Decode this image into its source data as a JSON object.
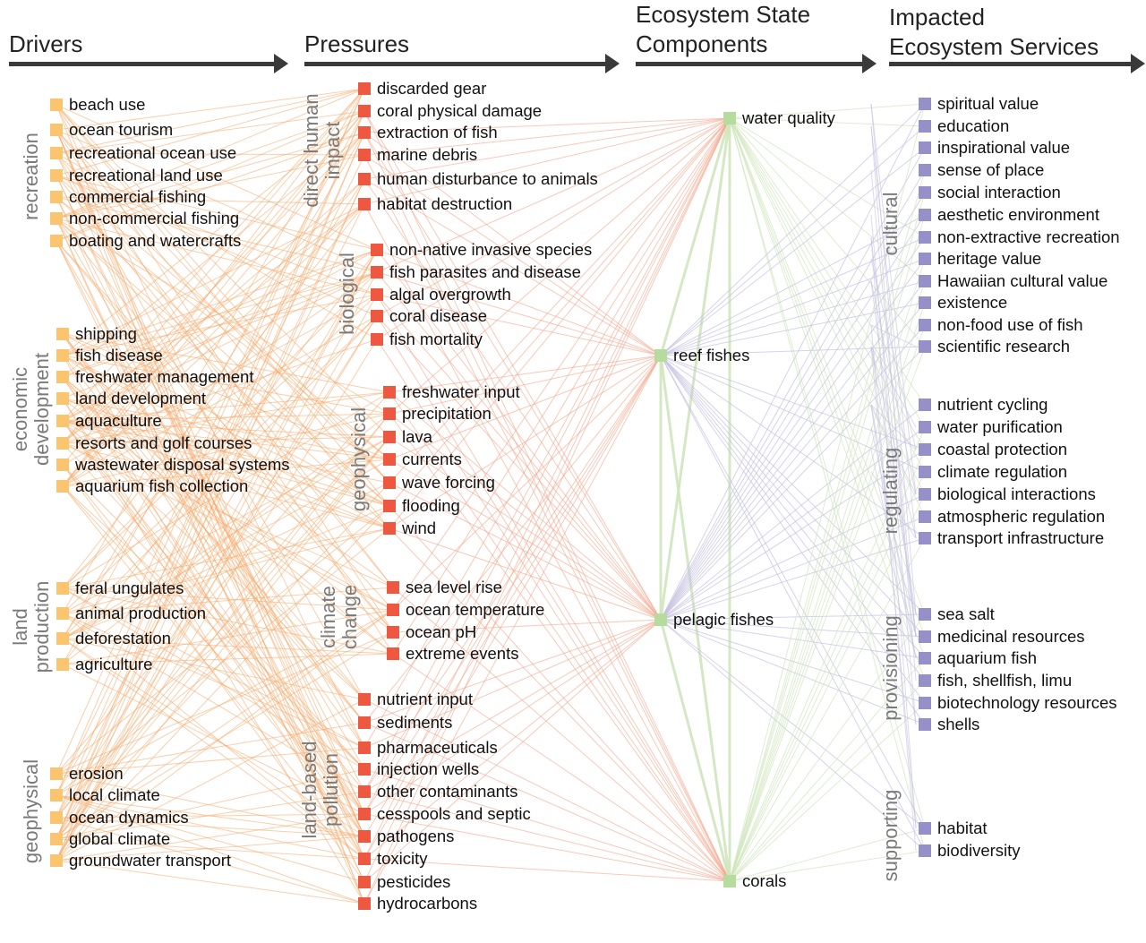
{
  "headers": {
    "drivers": "Drivers",
    "pressures": "Pressures",
    "state_line1": "Ecosystem State",
    "state_line2": "Components",
    "services_line1": "Impacted",
    "services_line2": "Ecosystem Services"
  },
  "colors": {
    "drivers": "#fbc46e",
    "pressures": "#ee5840",
    "state": "#b5dc9d",
    "services": "#9690c8",
    "link_drivers": "#f6a868",
    "link_pressures": "#f4a58a",
    "link_state": "#cfe6bc",
    "link_services": "#c4c1e1",
    "group_label": "#7a7a7a",
    "arrow": "#3a3a3a"
  },
  "driver_groups": [
    {
      "label_lines": [
        "recreation"
      ],
      "items": [
        "beach use",
        "ocean tourism",
        "recreational ocean use",
        "recreational land use",
        "commercial fishing",
        "non-commercial fishing",
        "boating and watercrafts"
      ]
    },
    {
      "label_lines": [
        "economic",
        "development"
      ],
      "items": [
        "shipping",
        "fish disease",
        "freshwater management",
        "land development",
        "aquaculture",
        "resorts and golf courses",
        "wastewater disposal systems",
        "aquarium fish collection"
      ]
    },
    {
      "label_lines": [
        "land",
        "production"
      ],
      "items": [
        "feral ungulates",
        "animal production",
        "deforestation",
        "agriculture"
      ]
    },
    {
      "label_lines": [
        "geophysical"
      ],
      "items": [
        "erosion",
        "local climate",
        "ocean dynamics",
        "global climate",
        "groundwater transport"
      ]
    }
  ],
  "pressure_groups": [
    {
      "label_lines": [
        "direct human",
        "impact"
      ],
      "items": [
        "discarded gear",
        "coral physical damage",
        "extraction of fish",
        "marine debris",
        "human disturbance to animals",
        "habitat destruction"
      ]
    },
    {
      "label_lines": [
        "biological"
      ],
      "items": [
        "non-native invasive species",
        "fish parasites and disease",
        "algal overgrowth",
        "coral disease",
        "fish mortality"
      ]
    },
    {
      "label_lines": [
        "geophysical"
      ],
      "items": [
        "freshwater input",
        "precipitation",
        "lava",
        "currents",
        "wave forcing",
        "flooding",
        "wind"
      ]
    },
    {
      "label_lines": [
        "climate",
        "change"
      ],
      "items": [
        "sea level rise",
        "ocean temperature",
        "ocean pH",
        "extreme events"
      ]
    },
    {
      "label_lines": [
        "land-based",
        "pollution"
      ],
      "items": [
        "nutrient input",
        "sediments",
        "pharmaceuticals",
        "injection wells",
        "other contaminants",
        "cesspools and septic",
        "pathogens",
        "toxicity",
        "pesticides",
        "hydrocarbons"
      ]
    }
  ],
  "state_components": [
    "water quality",
    "reef fishes",
    "pelagic fishes",
    "corals"
  ],
  "service_groups": [
    {
      "label_lines": [
        "cultural"
      ],
      "items": [
        "spiritual value",
        "education",
        "inspirational value",
        "sense of place",
        "social interaction",
        "aesthetic environment",
        "non-extractive recreation",
        "heritage value",
        "Hawaiian cultural value",
        "existence",
        "non-food use of fish",
        "scientific research"
      ]
    },
    {
      "label_lines": [
        "regulating"
      ],
      "items": [
        "nutrient cycling",
        "water purification",
        "coastal protection",
        "climate regulation",
        "biological interactions",
        "atmospheric regulation",
        "transport infrastructure"
      ]
    },
    {
      "label_lines": [
        "provisioning"
      ],
      "items": [
        "sea salt",
        "medicinal resources",
        "aquarium fish",
        "fish, shellfish, limu",
        "biotechnology resources",
        "shells"
      ]
    },
    {
      "label_lines": [
        "supporting"
      ],
      "items": [
        "habitat",
        "biodiversity"
      ]
    }
  ]
}
